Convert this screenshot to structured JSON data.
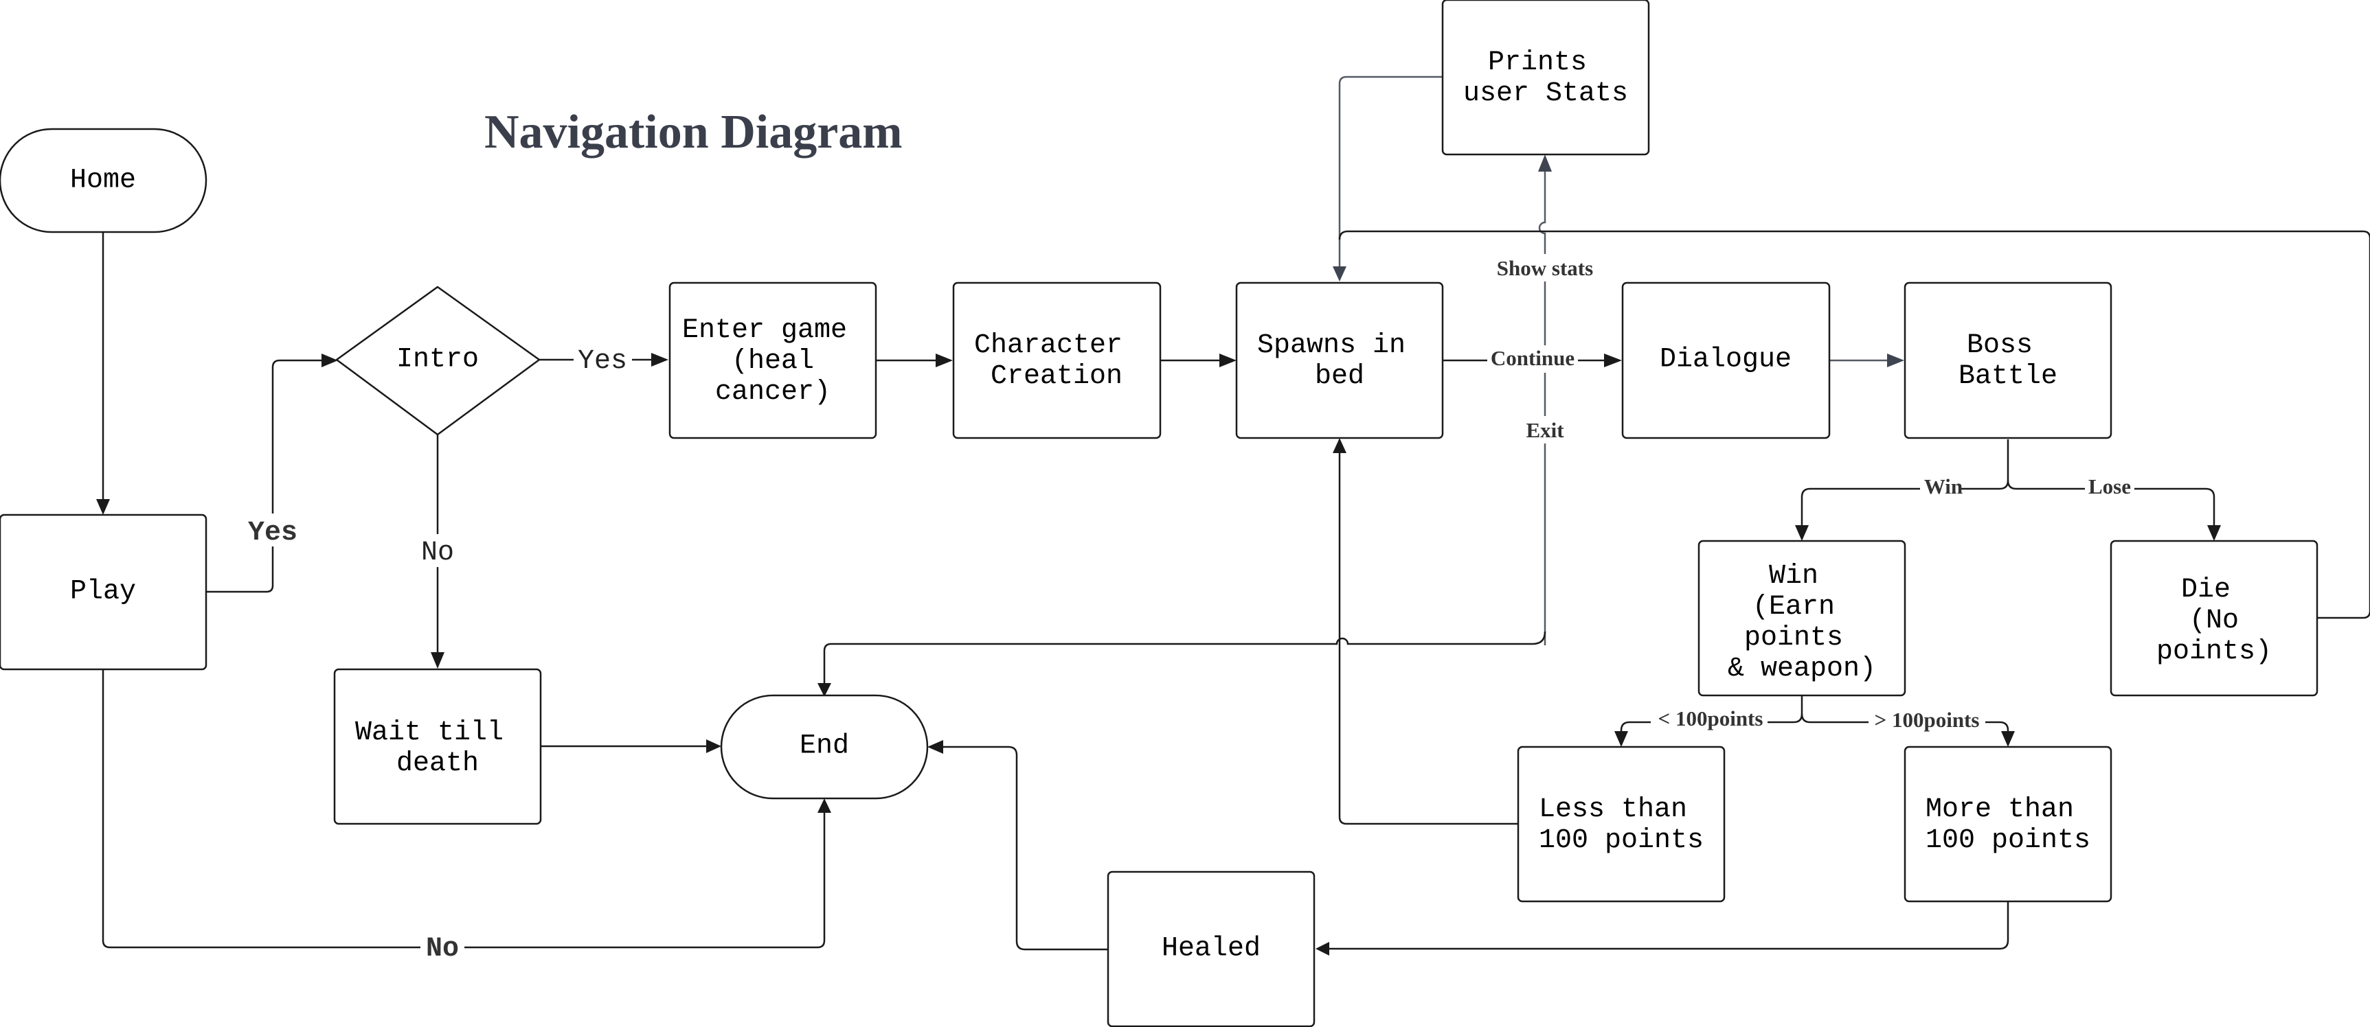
{
  "title": "Navigation Diagram",
  "nodes": {
    "home": "Home",
    "play": "Play",
    "intro": "Intro",
    "enter_game": [
      "Enter game",
      " (heal",
      "cancer)"
    ],
    "character_creation": [
      "Character",
      "Creation"
    ],
    "spawns_in_bed": [
      "Spawns in",
      "bed"
    ],
    "prints_user_stats": [
      "Prints",
      "user Stats"
    ],
    "dialogue": "Dialogue",
    "boss_battle": [
      "Boss",
      "Battle"
    ],
    "win": [
      "Win",
      "(Earn",
      "points",
      "& weapon)"
    ],
    "die": [
      "Die",
      " (No",
      "points)"
    ],
    "wait_till_death": [
      "Wait till",
      "death"
    ],
    "end": "End",
    "less_than_100": [
      "Less than",
      "100 points"
    ],
    "more_than_100": [
      "More than",
      "100 points"
    ],
    "healed": "Healed"
  },
  "edge_labels": {
    "play_yes": "Yes",
    "intro_yes": "Yes",
    "intro_no": "No",
    "play_no": "No",
    "show_stats": "Show stats",
    "continue": "Continue",
    "exit": "Exit",
    "win": "Win",
    "lose": "Lose",
    "less_100": "< 100points",
    "more_100": "> 100points"
  }
}
